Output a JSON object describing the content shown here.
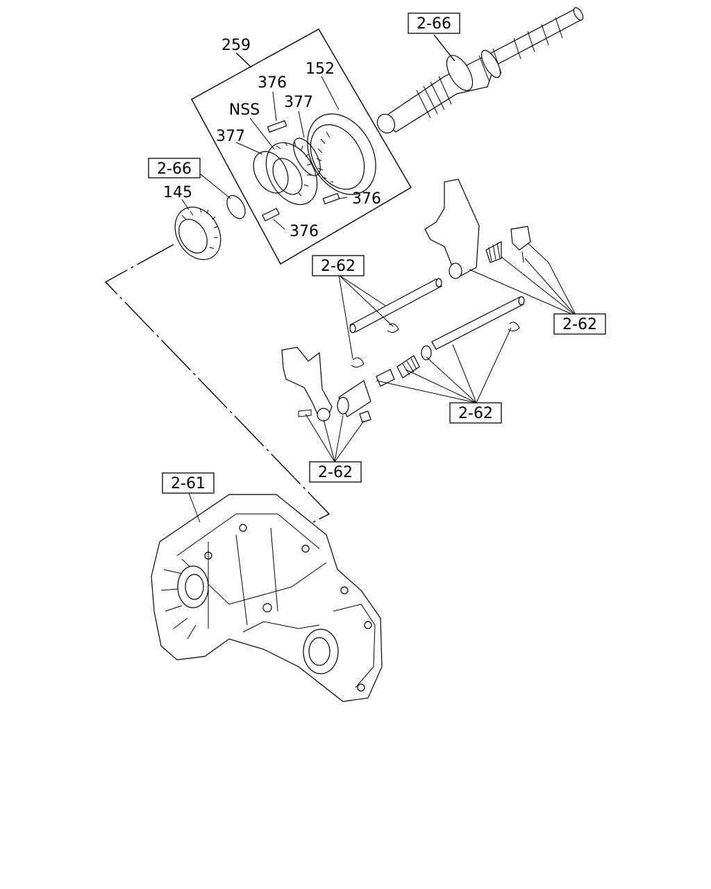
{
  "refs": {
    "ref_2_66_top": "2-66",
    "ref_2_66_left": "2-66",
    "ref_2_62_upper": "2-62",
    "ref_2_62_right": "2-62",
    "ref_2_62_mid": "2-62",
    "ref_2_62_lower": "2-62",
    "ref_2_61": "2-61"
  },
  "parts": {
    "p259": "259",
    "p376_top": "376",
    "p152": "152",
    "p377_a": "377",
    "pNSS": "NSS",
    "p377_b": "377",
    "p376_right": "376",
    "p376_bottom": "376",
    "p145": "145"
  }
}
